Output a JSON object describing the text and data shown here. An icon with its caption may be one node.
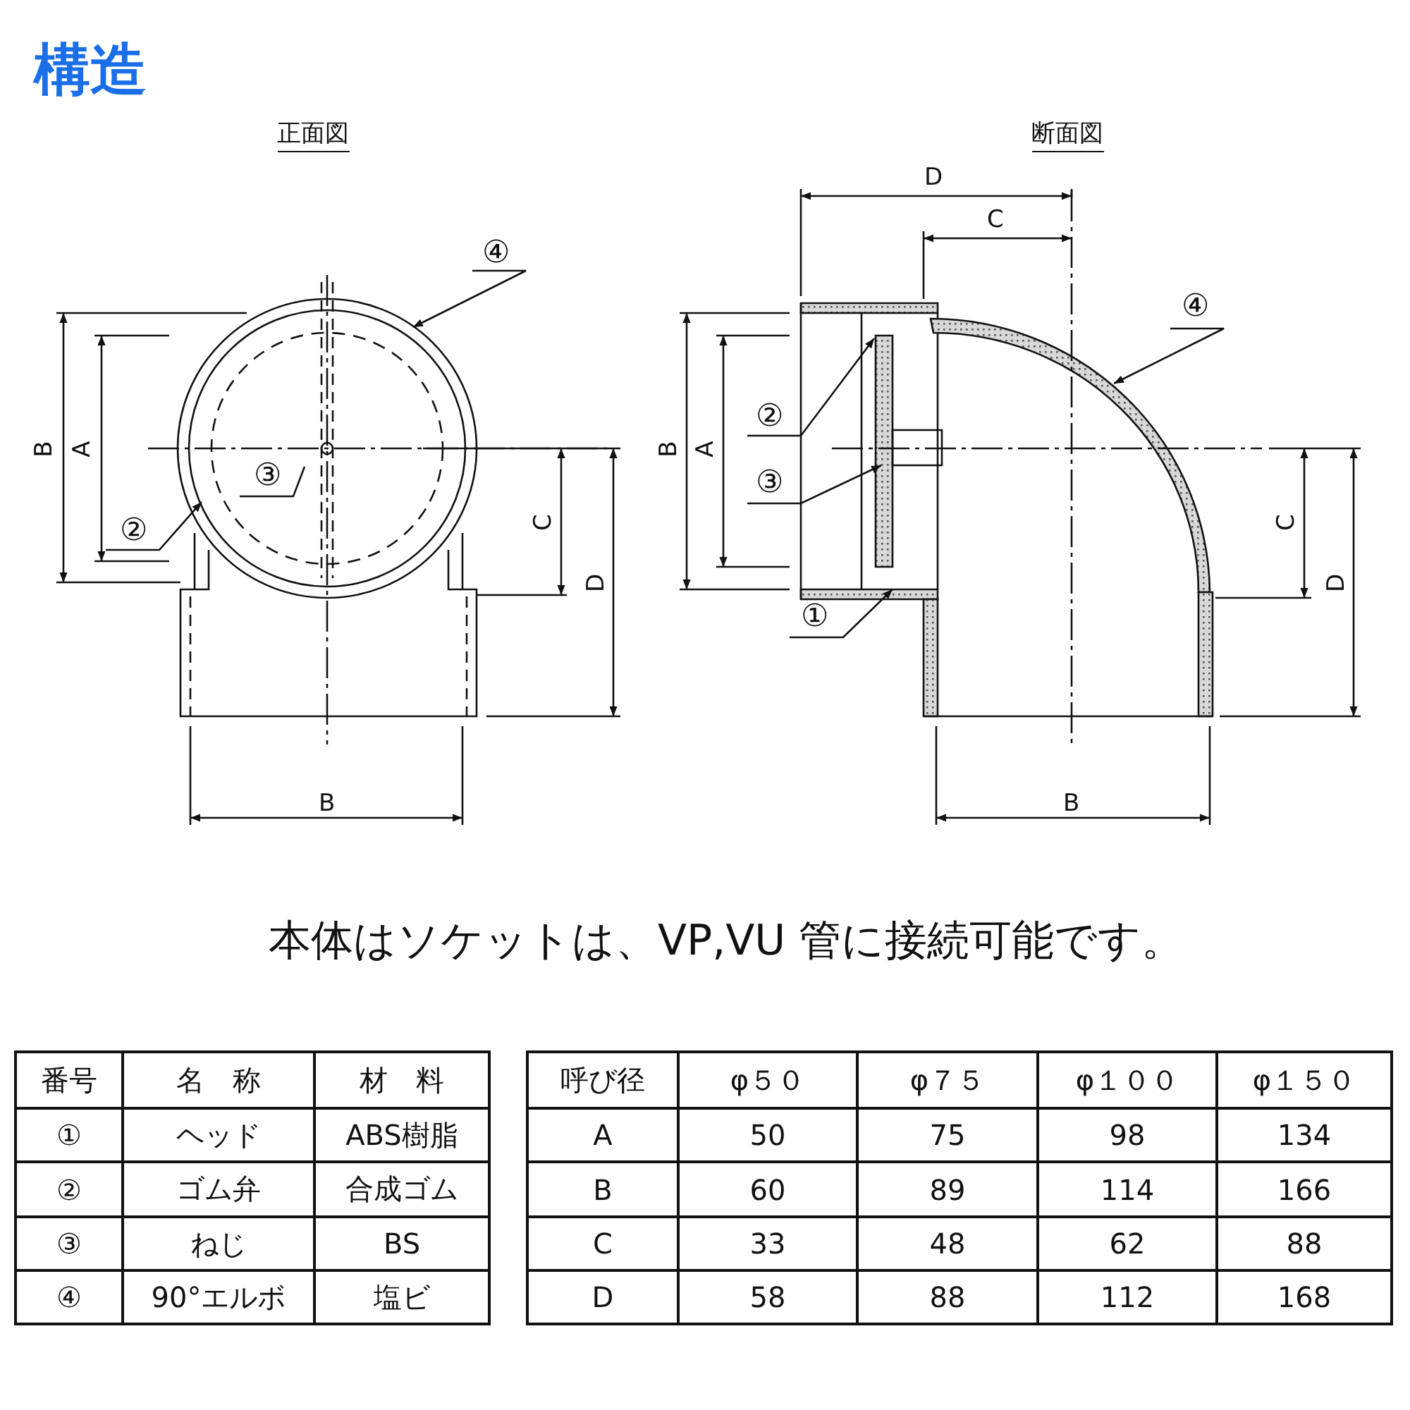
{
  "diagram": {
    "title": "構造",
    "nodes": [
      {
        "text": [
          "④"
        ]
      },
      {
        "text": [
          "③"
        ]
      },
      {
        "text": [
          "②"
        ]
      },
      {
        "text": [
          "②"
        ]
      },
      {
        "text": [
          "③"
        ]
      },
      {
        "text": [
          "①"
        ]
      },
      {
        "text": [
          "④"
        ]
      }
    ],
    "edges": [
      {
        "from": 0,
        "to": null,
        "arrow": "to"
      },
      {
        "from": 1,
        "to": null,
        "arrow": "none"
      },
      {
        "from": 2,
        "to": null,
        "arrow": "to"
      },
      {
        "from": 3,
        "to": null,
        "arrow": "to"
      },
      {
        "from": 4,
        "to": null,
        "arrow": "to"
      },
      {
        "from": 5,
        "to": null,
        "arrow": "to"
      },
      {
        "from": 6,
        "to": null,
        "arrow": "to"
      }
    ],
    "labels": [
      "正面図",
      "B",
      "A",
      "C",
      "D",
      "B",
      "断面図",
      "D",
      "C",
      "B",
      "A",
      "C",
      "D",
      "B",
      "本体はソケットは、VP,VU 管に接続可能です。",
      "番号",
      "名　称",
      "材　料",
      "①",
      "ヘッド",
      "ABS樹脂",
      "②",
      "ゴム弁",
      "合成ゴム",
      "③",
      "ねじ",
      "BS",
      "④",
      "90°エルボ",
      "塩ビ",
      "呼び径",
      "φ５０",
      "φ７５",
      "φ１００",
      "φ１５０",
      "A",
      "50",
      "75",
      "98",
      "134",
      "B",
      "60",
      "89",
      "114",
      "166",
      "C",
      "33",
      "48",
      "62",
      "88",
      "D",
      "58",
      "88",
      "112",
      "168"
    ]
  }
}
